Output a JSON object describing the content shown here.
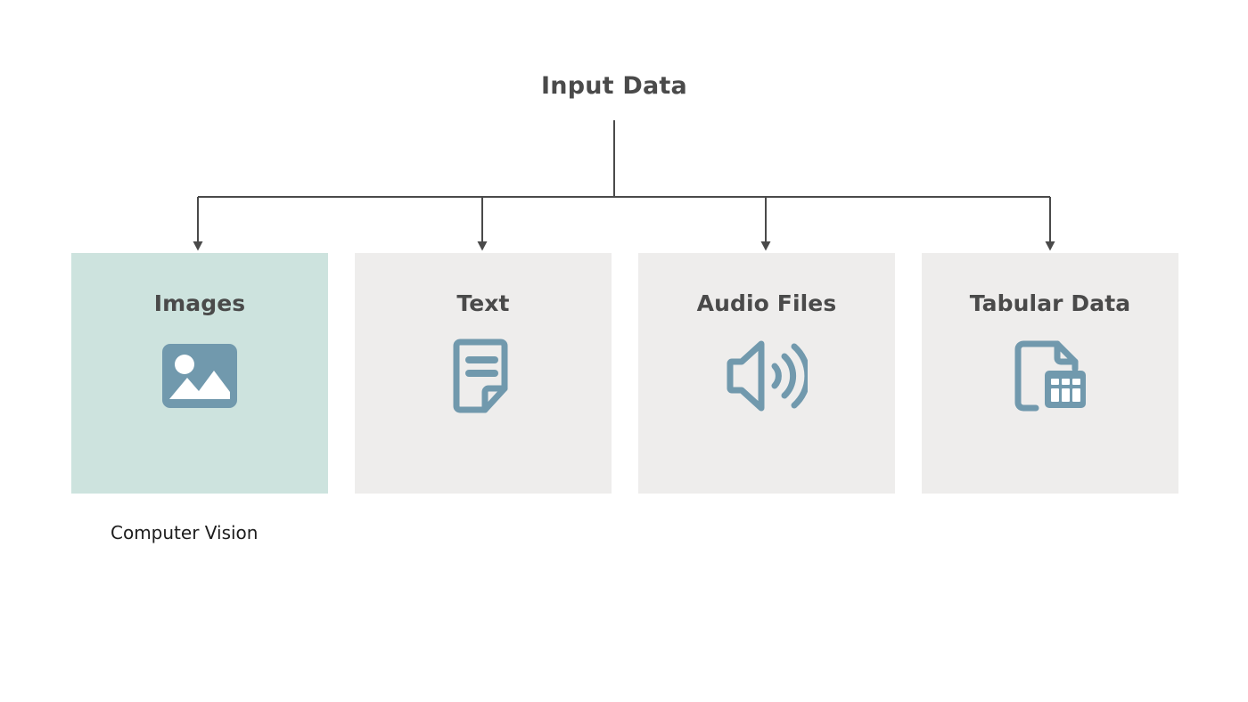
{
  "diagram": {
    "root": {
      "label": "Input Data"
    },
    "caption": {
      "text": "Computer Vision"
    },
    "nodes": [
      {
        "label": "Images",
        "icon": "image-icon",
        "highlight": true,
        "background": "#cde3de"
      },
      {
        "label": "Text",
        "icon": "document-text-icon",
        "highlight": false,
        "background": "#eeedec"
      },
      {
        "label": "Audio Files",
        "icon": "speaker-waves-icon",
        "highlight": false,
        "background": "#eeedec"
      },
      {
        "label": "Tabular Data",
        "icon": "document-table-icon",
        "highlight": false,
        "background": "#eeedec"
      }
    ],
    "colors": {
      "page_background": "#ffffff",
      "connector": "#4a4a4a",
      "title_text": "#4a4a4a",
      "node_label_text": "#4a4a4a",
      "icon": "#7199ad",
      "highlight_background": "#cde3de",
      "default_background": "#eeedec",
      "caption_text": "#1d1d1d"
    }
  }
}
